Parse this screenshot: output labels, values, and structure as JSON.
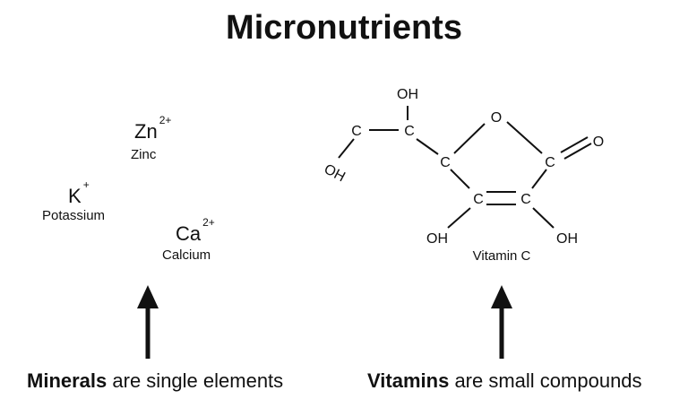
{
  "title": "Micronutrients",
  "minerals": [
    {
      "symbol": "Zn",
      "charge": "2+",
      "name": "Zinc"
    },
    {
      "symbol": "K",
      "charge": "+",
      "name": "Potassium"
    },
    {
      "symbol": "Ca",
      "charge": "2+",
      "name": "Calcium"
    }
  ],
  "molecule": {
    "name": "Vitamin C",
    "atoms": {
      "oh_top": "OH",
      "c_side": "C",
      "c_upper": "C",
      "oh_left": "OH",
      "c_ring_left": "C",
      "o_ring": "O",
      "c_carbonyl": "C",
      "o_carbonyl": "O",
      "c_double_left": "C",
      "c_double_right": "C",
      "oh_bottom_left": "OH",
      "oh_bottom_right": "OH"
    }
  },
  "captions": {
    "minerals_bold": "Minerals",
    "minerals_rest": "are single elements",
    "vitamins_bold": "Vitamins",
    "vitamins_rest": "are small compounds"
  }
}
